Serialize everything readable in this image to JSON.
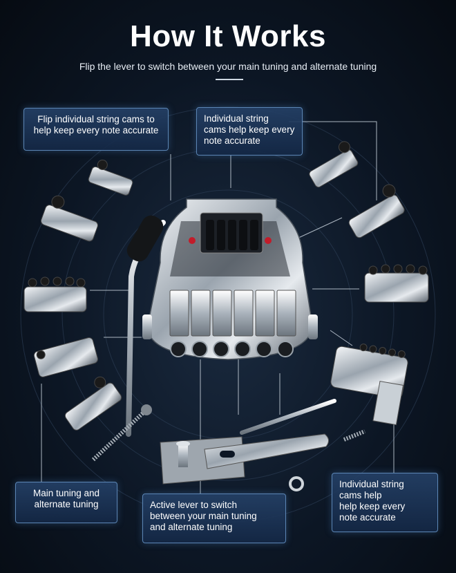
{
  "header": {
    "title": "How It Works",
    "subtitle": "Flip the lever to switch between your main tuning and alternate tuning"
  },
  "callouts": {
    "top_left": "Flip individual string cams to\nhelp keep every note accurate",
    "top_middle": "Individual string\ncams help keep every\nnote accurate",
    "bottom_left": "Main tuning and\nalternate tuning",
    "bottom_middle": "Active lever to switch\nbetween your main tuning\nand alternate tuning",
    "bottom_right": "Individual string\ncams help\nhelp keep every\nnote accurate"
  },
  "colors": {
    "background": "#0c1624",
    "callout_border": "#5c86b5",
    "callout_fill": "#1f3a60",
    "chrome": "#d7dde3"
  }
}
